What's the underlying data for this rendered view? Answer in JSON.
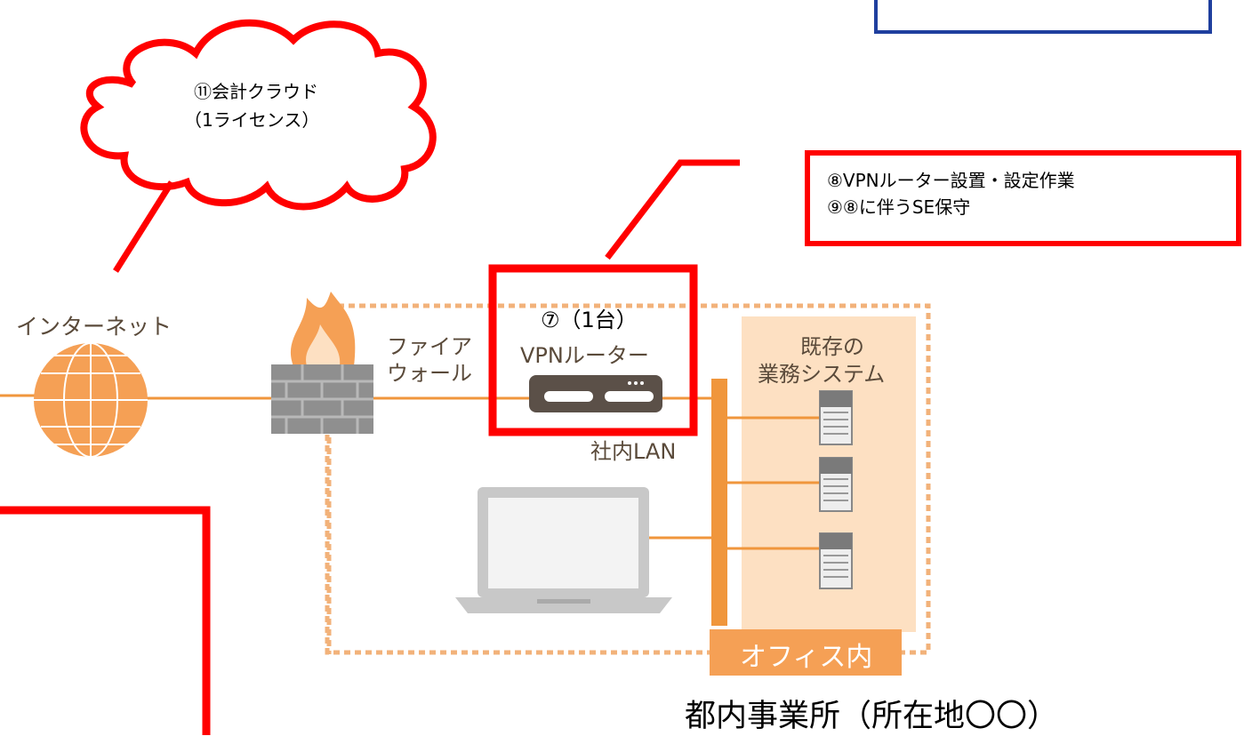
{
  "diagram": {
    "cloud": {
      "line1": "⑪会計クラウド",
      "line2": "（1ライセンス）"
    },
    "callout_box": {
      "line1": "⑧VPNルーター設置・設定作業",
      "line2": "⑨⑧に伴うSE保守"
    },
    "router_highlight": {
      "count_label": "⑦（1台）"
    },
    "internet_label": "インターネット",
    "firewall_label_line1": "ファイア",
    "firewall_label_line2": "ウォール",
    "router_label": "VPNルーター",
    "lan_label": "社内LAN",
    "existing_system_label_line1": "既存の",
    "existing_system_label_line2": "業務システム",
    "office_label": "オフィス内",
    "site_label": "都内事業所（所在地〇〇）",
    "colors": {
      "highlight_red": "#ff0000",
      "network_orange": "#f0963c",
      "peach_panel": "#fde0c2",
      "office_tag": "#f5a055",
      "dotted_border": "#f2b27a",
      "blue_frame": "#1f3f9e"
    }
  }
}
